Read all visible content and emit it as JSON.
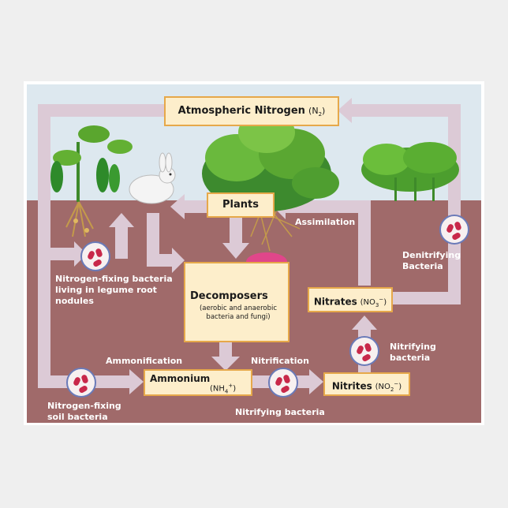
{
  "boxes": {
    "atmospheric": {
      "main": "Atmospheric Nitrogen",
      "formula_pre": "(N",
      "formula_sub": "2",
      "formula_post": ")"
    },
    "plants": {
      "main": "Plants"
    },
    "decomposers": {
      "main": "Decomposers",
      "sub": "(aerobic and anaerobic bacteria and fungi)"
    },
    "ammonium": {
      "main": "Ammonium",
      "formula_pre": "(NH",
      "formula_sub": "4",
      "formula_sup": "+",
      "formula_post": ")"
    },
    "nitrites": {
      "main": "Nitrites",
      "formula_pre": "(NO",
      "formula_sub": "2",
      "formula_sup": "−",
      "formula_post": ")"
    },
    "nitrates": {
      "main": "Nitrates",
      "formula_pre": "(NO",
      "formula_sub": "3",
      "formula_sup": "−",
      "formula_post": ")"
    }
  },
  "labels": {
    "assimilation": "Assimilation",
    "denitrifying": "Denitrifying Bacteria",
    "legume": "Nitrogen-fixing bacteria living in legume root nodules",
    "nitrifying_right": "Nitrifying bacteria",
    "ammonification": "Ammonification",
    "nitrification": "Nitrification",
    "soil": "Nitrogen-fixing soil bacteria",
    "nitrifying_bottom": "Nitrifying bacteria"
  },
  "colors": {
    "sky": "#dde8ef",
    "soil": "#a06a6a",
    "arrow": "#dccad6",
    "box_fill": "#fdeecb",
    "box_border": "#e6a84a",
    "bacteria": "#c8284a"
  }
}
